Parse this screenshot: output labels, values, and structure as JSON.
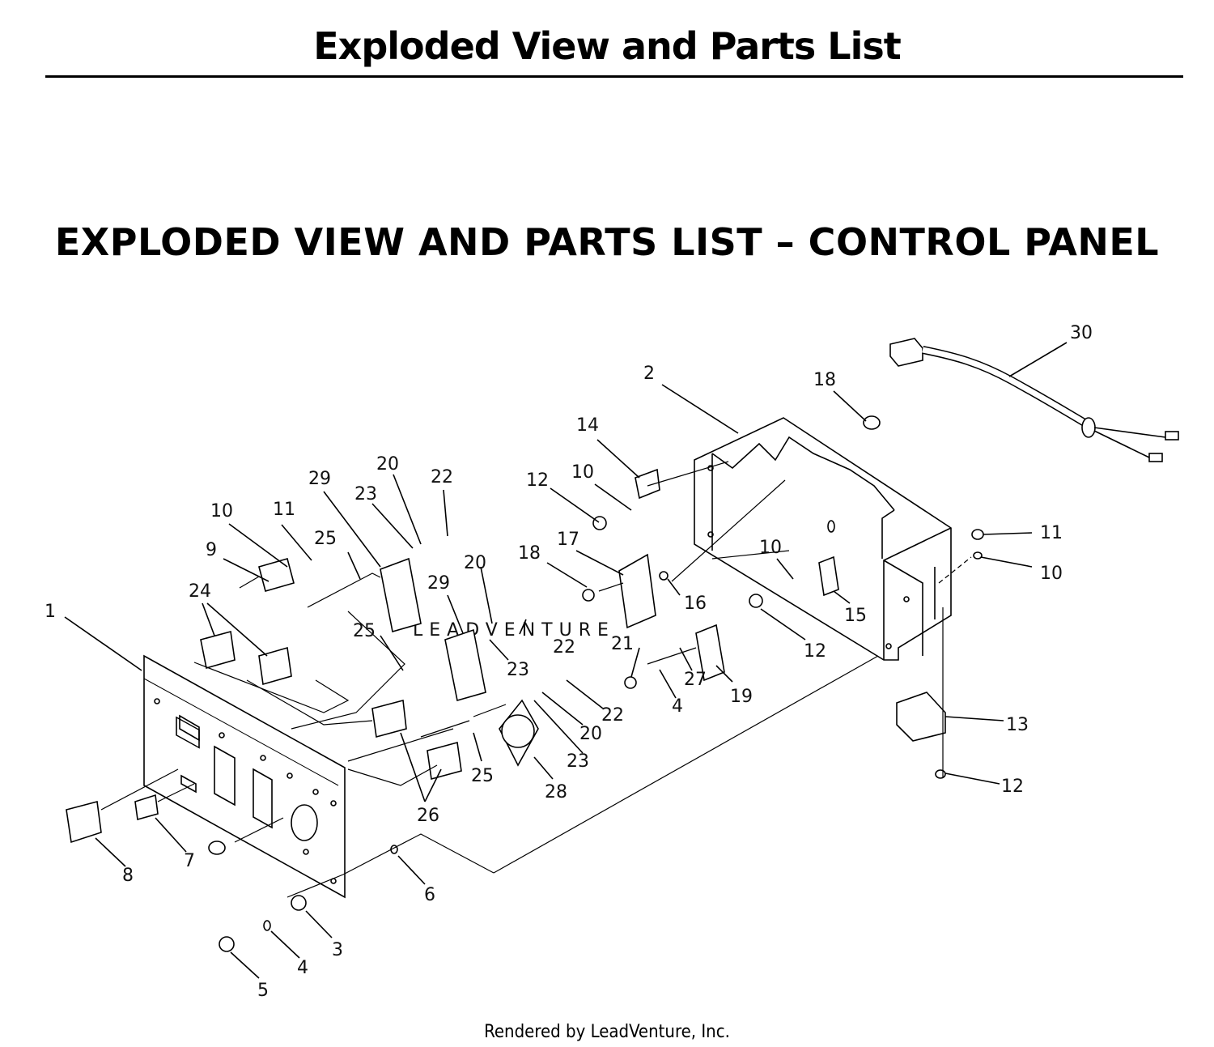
{
  "header": {
    "title": "Exploded View and Parts List"
  },
  "section": {
    "title": "EXPLODED VIEW AND PARTS LIST – CONTROL PANEL"
  },
  "diagram": {
    "watermark": "LEADVENTURE",
    "callouts": [
      {
        "id": "c30",
        "label": "30"
      },
      {
        "id": "c2",
        "label": "2"
      },
      {
        "id": "c18a",
        "label": "18"
      },
      {
        "id": "c14",
        "label": "14"
      },
      {
        "id": "c10a",
        "label": "10"
      },
      {
        "id": "c12a",
        "label": "12"
      },
      {
        "id": "c20a",
        "label": "20"
      },
      {
        "id": "c22a",
        "label": "22"
      },
      {
        "id": "c29a",
        "label": "29"
      },
      {
        "id": "c23a",
        "label": "23"
      },
      {
        "id": "c10b",
        "label": "10"
      },
      {
        "id": "c11a",
        "label": "11"
      },
      {
        "id": "c25a",
        "label": "25"
      },
      {
        "id": "c9",
        "label": "9"
      },
      {
        "id": "c24",
        "label": "24"
      },
      {
        "id": "c17",
        "label": "17"
      },
      {
        "id": "c18b",
        "label": "18"
      },
      {
        "id": "c20b",
        "label": "20"
      },
      {
        "id": "c29b",
        "label": "29"
      },
      {
        "id": "c16",
        "label": "16"
      },
      {
        "id": "c10c",
        "label": "10"
      },
      {
        "id": "c11b",
        "label": "11"
      },
      {
        "id": "c10d",
        "label": "10"
      },
      {
        "id": "c15",
        "label": "15"
      },
      {
        "id": "c1",
        "label": "1"
      },
      {
        "id": "c25b",
        "label": "25"
      },
      {
        "id": "c22b",
        "label": "22"
      },
      {
        "id": "c21",
        "label": "21"
      },
      {
        "id": "c23b",
        "label": "23"
      },
      {
        "id": "c12b",
        "label": "12"
      },
      {
        "id": "c27",
        "label": "27"
      },
      {
        "id": "c4a",
        "label": "4"
      },
      {
        "id": "c19",
        "label": "19"
      },
      {
        "id": "c22c",
        "label": "22"
      },
      {
        "id": "c20c",
        "label": "20"
      },
      {
        "id": "c13",
        "label": "13"
      },
      {
        "id": "c23c",
        "label": "23"
      },
      {
        "id": "c25c",
        "label": "25"
      },
      {
        "id": "c28",
        "label": "28"
      },
      {
        "id": "c12c",
        "label": "12"
      },
      {
        "id": "c26",
        "label": "26"
      },
      {
        "id": "c8",
        "label": "8"
      },
      {
        "id": "c7",
        "label": "7"
      },
      {
        "id": "c6",
        "label": "6"
      },
      {
        "id": "c3",
        "label": "3"
      },
      {
        "id": "c4b",
        "label": "4"
      },
      {
        "id": "c5",
        "label": "5"
      }
    ]
  },
  "footer": {
    "text": "Rendered by LeadVenture, Inc."
  }
}
